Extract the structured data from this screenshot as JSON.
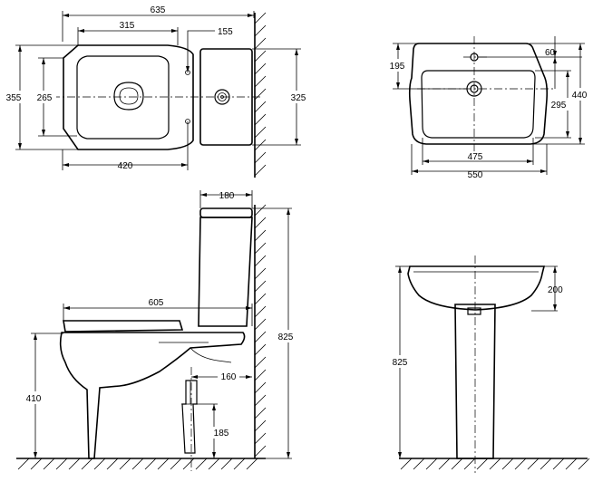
{
  "toilet_top": {
    "overall_length": "635",
    "seat_length": "315",
    "tank_offset": "155",
    "total_width": "355",
    "bowl_width": "265",
    "base_length": "420",
    "tank_width": "325"
  },
  "basin_top": {
    "tap_offset": "60",
    "tap_depth": "195",
    "overall_depth": "440",
    "bowl_depth": "295",
    "bowl_width": "475",
    "overall_width": "550"
  },
  "toilet_side": {
    "tank_depth": "180",
    "length": "605",
    "total_height": "825",
    "seat_height": "410",
    "outlet_offset": "160",
    "outlet_height": "185"
  },
  "basin_side": {
    "bowl_height": "200",
    "total_height": "825"
  }
}
